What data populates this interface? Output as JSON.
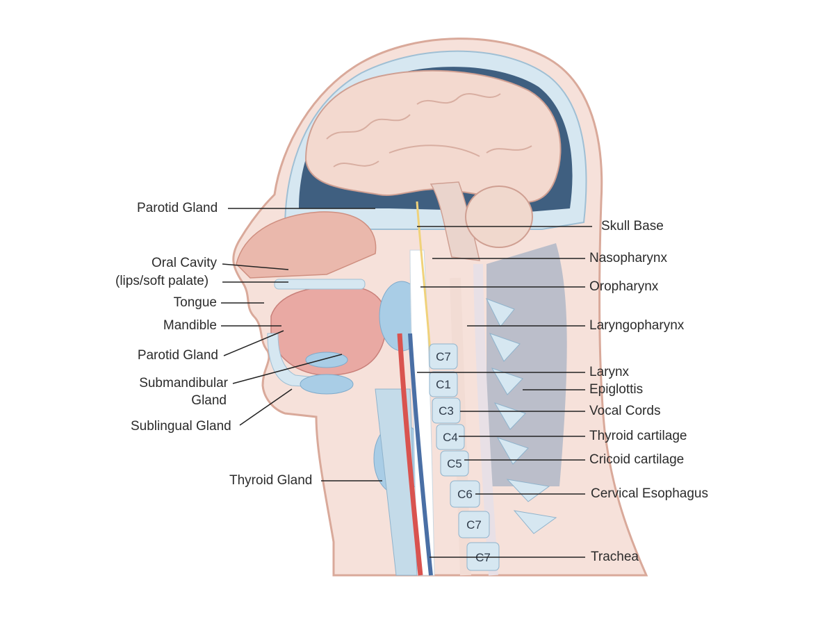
{
  "labels": {
    "parotid_gland_top": "Parotid Gland",
    "oral_cavity_1": "Oral Cavity",
    "oral_cavity_2": "(lips/soft palate)",
    "tongue": "Tongue",
    "mandible": "Mandible",
    "parotid_gland_low": "Parotid Gland",
    "submandibular_1": "Submandibular",
    "submandibular_2": "Gland",
    "sublingual_gland": "Sublingual Gland",
    "thyroid_gland": "Thyroid Gland",
    "skull_base": "Skull Base",
    "nasopharynx": "Nasopharynx",
    "oropharynx": "Oropharynx",
    "laryngopharynx": "Laryngopharynx",
    "larynx": "Larynx",
    "epiglottis": "Epiglottis",
    "vocal_cords": "Vocal Cords",
    "thyroid_cartilage": "Thyroid cartilage",
    "cricoid_cartilage": "Cricoid cartilage",
    "cervical_esophagus": "Cervical Esophagus",
    "trachea": "Trachea"
  },
  "vertebrae": [
    "C7",
    "C1",
    "C3",
    "C4",
    "C5",
    "C6",
    "C7",
    "C7"
  ],
  "colors": {
    "skin": "#f6e1da",
    "skin_outline": "#d9a99a",
    "bone": "#d6e7f1",
    "brain": "#f3d9cf",
    "gland": "#a9cde6",
    "muscle": "#e9a9a3",
    "nerve": "#f0d27a",
    "artery": "#d9534f",
    "vein": "#4a6fa5"
  }
}
